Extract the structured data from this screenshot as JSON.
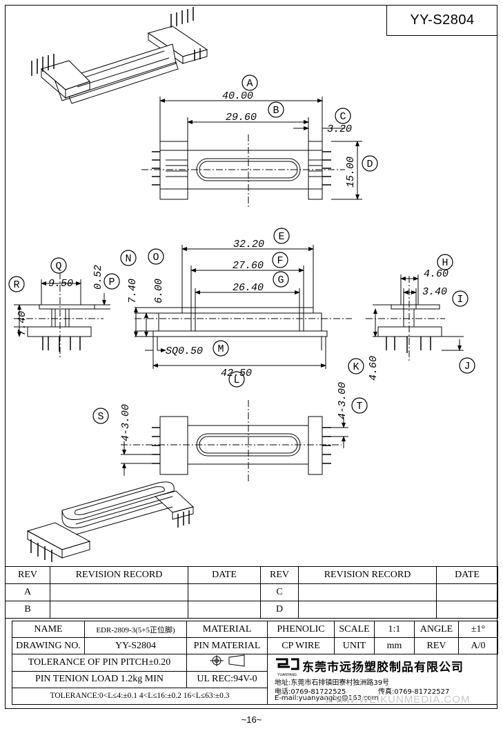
{
  "doc": {
    "code": "YY-S2804",
    "page_number": "~16~",
    "watermark": "WWW.WEIKUNMEDIA.COM"
  },
  "callouts": [
    "A",
    "B",
    "C",
    "D",
    "E",
    "F",
    "G",
    "H",
    "I",
    "J",
    "K",
    "L",
    "M",
    "N",
    "O",
    "P",
    "Q",
    "R",
    "S",
    "T"
  ],
  "dims": {
    "a": "40.00",
    "b": "29.60",
    "c": "3.20",
    "d": "15.00",
    "e": "32.20",
    "f": "27.60",
    "g": "26.40",
    "h": "4.60",
    "i": "3.40",
    "k": "4.60",
    "l": "42.50",
    "m": "SQ0.50",
    "n": "7.40",
    "o": "6.00",
    "p": "0.52",
    "q": "9.50",
    "r": "7.40",
    "s": "4-3.00",
    "t": "4-3.00"
  },
  "revision_table": {
    "headers": [
      "REV",
      "REVISION RECORD",
      "DATE",
      "REV",
      "REVISION RECORD",
      "DATE"
    ],
    "rows": [
      [
        "A",
        "",
        "",
        "C",
        "",
        ""
      ],
      [
        "B",
        "",
        "",
        "D",
        "",
        ""
      ]
    ]
  },
  "title_block": {
    "name_label": "NAME",
    "name_value": "EDR-2809-3(5+5正位脚)",
    "material_label": "MATERIAL",
    "material_value": "PHENOLIC",
    "scale_label": "SCALE",
    "scale_value": "1:1",
    "angle_label": "ANGLE",
    "angle_value": "±1°",
    "drawing_no_label": "DRAWING NO.",
    "drawing_no_value": "YY-S2804",
    "pin_material_label": "PIN MATERIAL",
    "pin_material_value": "CP WIRE",
    "unit_label": "UNIT",
    "unit_value": "mm",
    "rev_label": "REV",
    "rev_value": "A/0",
    "tolerance_pin_pitch": "TOLERANCE OF PIN PITCH±0.20",
    "pin_tension": "PIN TENION LOAD 1.2kg MIN",
    "ul_rec": "UL REC:94V-0",
    "tolerance_line": "TOLERANCE:0<L≤4:±0.1  4<L≤16:±0.2  16<L≤63:±0.3",
    "logo_text": "YUANYANG",
    "company_name": "东莞市远扬塑胶制品有限公司",
    "address": "地址:东莞市石排镇田寮村独洲路39号",
    "phone": "电话:0769-81722525",
    "fax": "传真:0769-81722527",
    "email": "E-mail:yuanyangbg@163.com"
  }
}
